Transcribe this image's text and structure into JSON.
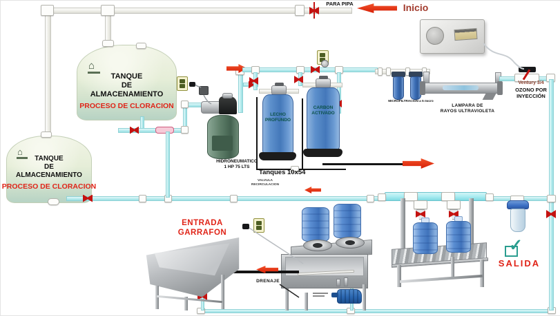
{
  "labels": {
    "para_pipa": "PARA PIPA",
    "inicio": "Inicio",
    "tanque_almacenamiento": "TANQUE\nDE\nALMACENAMIENTO",
    "proceso_cloracion": "PROCESO DE CLORACION",
    "hidroneumatico": "HIDRONEUMATICO\n1 HP 75 LTS",
    "tanques_10x54": "Tanques 10x54",
    "lecho_profundo": "LECHO\nPROFUNDO",
    "carbon_activado": "CARBON\nACTIVADO",
    "microfiltracion": "MICROFILTRACION a 5 micro",
    "lampara_uv": "LAMPARA DE\nRAYOS ULTRAVIOLETA",
    "ventury": "Ventury 3/4",
    "ozono": "OZONO POR\nINYECCIÓN",
    "valvula_recirculacion": "VALVULA\nRECIRCULACION",
    "entrada_garrafon": "ENTRADA\nGARRAFON",
    "drenaje": "DRENAJE",
    "salida": "SALIDA"
  },
  "icons": {
    "salida_check": "✓",
    "tank_logo": "⌂"
  },
  "colors": {
    "pipe_cyan": "#bfeef0",
    "pipe_white": "#f7f7f3",
    "valve_red": "#c41210",
    "arrow_red": "#e03414",
    "label_red": "#e02418",
    "inicio_red": "#a23a2c",
    "storage_tank_body": "#e9efdb",
    "filter_tank_blue": "#4d82c4",
    "bottle_blue": "#5b8ed2",
    "hydro_green": "#5f7f6a",
    "uv_gray": "#b9bcbf",
    "check_teal": "#2a9d8f",
    "frame_black": "#141414"
  }
}
